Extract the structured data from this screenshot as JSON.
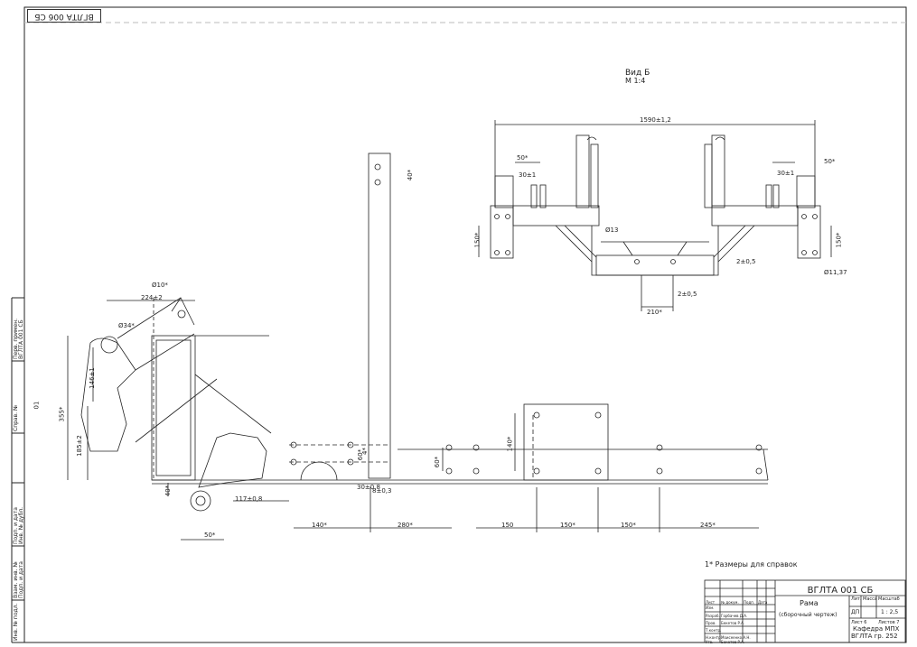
{
  "stamp": "ВГЛТА 006 СБ",
  "view_title": "Вид Б",
  "view_scale": "М 1:4",
  "dimensions": {
    "top_1590": "1590±1,2",
    "d50_left": "50*",
    "d30_left": "30±1",
    "d30_right": "30±1",
    "d50_right": "50*",
    "d150_left": "150*",
    "d150_right": "150*",
    "d13": "Ø13",
    "d2_05_a": "2±0,5",
    "d2_05_b": "2±0,5",
    "d11_37": "Ø11,37",
    "d210": "210*",
    "d40": "40*",
    "d10": "Ø10*",
    "d224": "224±2",
    "d34": "Ø34*",
    "d146": "146±1",
    "d355": "355*",
    "d185": "185±2",
    "d60": "60*",
    "d140v": "140*",
    "d60b": "60*",
    "d117": "117±0,8",
    "d30_08": "30±0,8",
    "d8_03": "8±0,3",
    "d50_bottom": "50*",
    "d140": "140*",
    "d280": "280*",
    "d150a": "150",
    "d150b": "150*",
    "d150c": "150*",
    "d245": "245*",
    "d4": "4*",
    "d40b": "40*"
  },
  "side_marks": {
    "mark_01": "01"
  },
  "note": "1* Размеры для справок",
  "title_block": {
    "designation": "ВГЛТА 001 СБ",
    "name": "Рама",
    "subtitle": "(сборочный чертеж)",
    "scale": "1 : 2,5",
    "sheet": "Лист 6",
    "sheets": "Листов 7",
    "dept": "Кафедра МПХ",
    "group": "ВГЛТА гр. 252",
    "mass_label": "Масса",
    "scale_label": "Масштаб",
    "lit_label": "Лит.",
    "rows": [
      "Изм.",
      "Разраб.",
      "Пров.",
      "Т.контр.",
      "Н.контр.",
      "Утв."
    ],
    "names": [
      "Горбачев Д.А.",
      "Бекетов Р.А.",
      "Моисеенко А.Н.",
      "Бекетов Р.А."
    ],
    "cols": [
      "Лист",
      "№ докум.",
      "Подп.",
      "Дата"
    ],
    "mark_dp": "ДП"
  },
  "side_columns": [
    "Перв. примен.",
    "ВГЛТА 001 СБ",
    "Справ. №",
    "Подп. и дата",
    "Инв. № дубл.",
    "Взам. инв. №",
    "Подп. и дата",
    "Инв. № подл."
  ]
}
